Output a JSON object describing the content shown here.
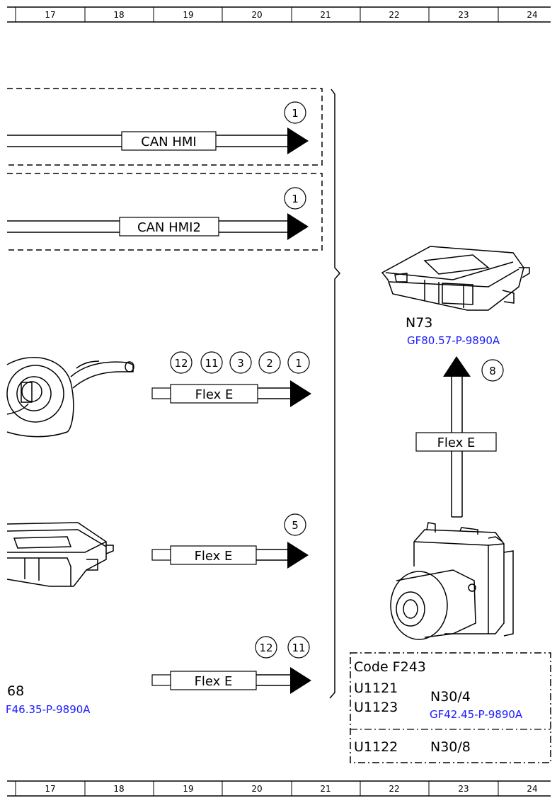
{
  "ruler": {
    "columns": [
      "17",
      "18",
      "19",
      "20",
      "21",
      "22",
      "23",
      "24"
    ]
  },
  "buses": {
    "can_hmi": {
      "label": "CAN HMI",
      "marker": "1"
    },
    "can_hmi2": {
      "label": "CAN HMI2",
      "marker": "1"
    },
    "flex_1": {
      "label": "Flex E",
      "markers": [
        "12",
        "11",
        "3",
        "2",
        "1"
      ]
    },
    "flex_2": {
      "label": "Flex E",
      "marker": "5"
    },
    "flex_3": {
      "label": "Flex E",
      "markers": [
        "12",
        "11"
      ]
    },
    "flex_up": {
      "label": "Flex E",
      "marker": "8"
    }
  },
  "components": {
    "n73": {
      "name": "N73",
      "ref": "GF80.57-P-9890A"
    },
    "left_module": {
      "name": "68",
      "ref": "F46.35-P-9890A"
    }
  },
  "code_box": {
    "title": "Code F243",
    "codes_a": [
      "U1121",
      "U1123"
    ],
    "comp_a": "N30/4",
    "ref_a": "GF42.45-P-9890A",
    "code_b": "U1122",
    "comp_b": "N30/8"
  },
  "colors": {
    "link": "#1a1aff",
    "line": "#000000"
  }
}
